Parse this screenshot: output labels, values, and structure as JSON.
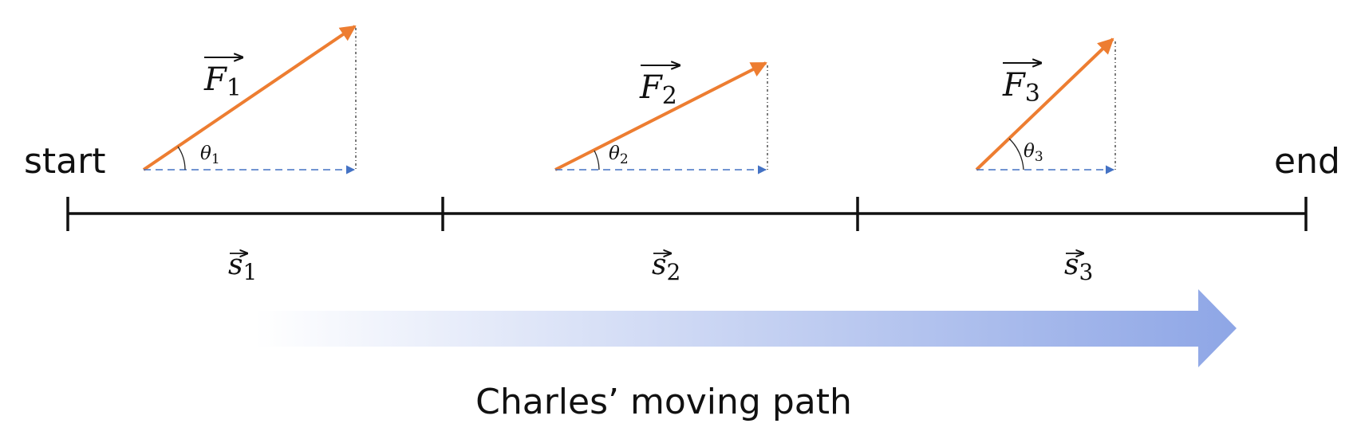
{
  "labels": {
    "start": "start",
    "end": "end",
    "caption": "Charles’ moving path"
  },
  "forces": [
    {
      "symbol": "F",
      "sub": "1",
      "angle_symbol": "θ",
      "angle_sub": "1"
    },
    {
      "symbol": "F",
      "sub": "2",
      "angle_symbol": "θ",
      "angle_sub": "2"
    },
    {
      "symbol": "F",
      "sub": "3",
      "angle_symbol": "θ",
      "angle_sub": "3"
    }
  ],
  "segments": [
    {
      "symbol": "s",
      "sub": "1"
    },
    {
      "symbol": "s",
      "sub": "2"
    },
    {
      "symbol": "s",
      "sub": "3"
    }
  ],
  "colors": {
    "force_vector": "#ED7D31",
    "displacement": "#4472C4",
    "path_line": "#111111",
    "path_arrow": "#8EA6E6"
  }
}
